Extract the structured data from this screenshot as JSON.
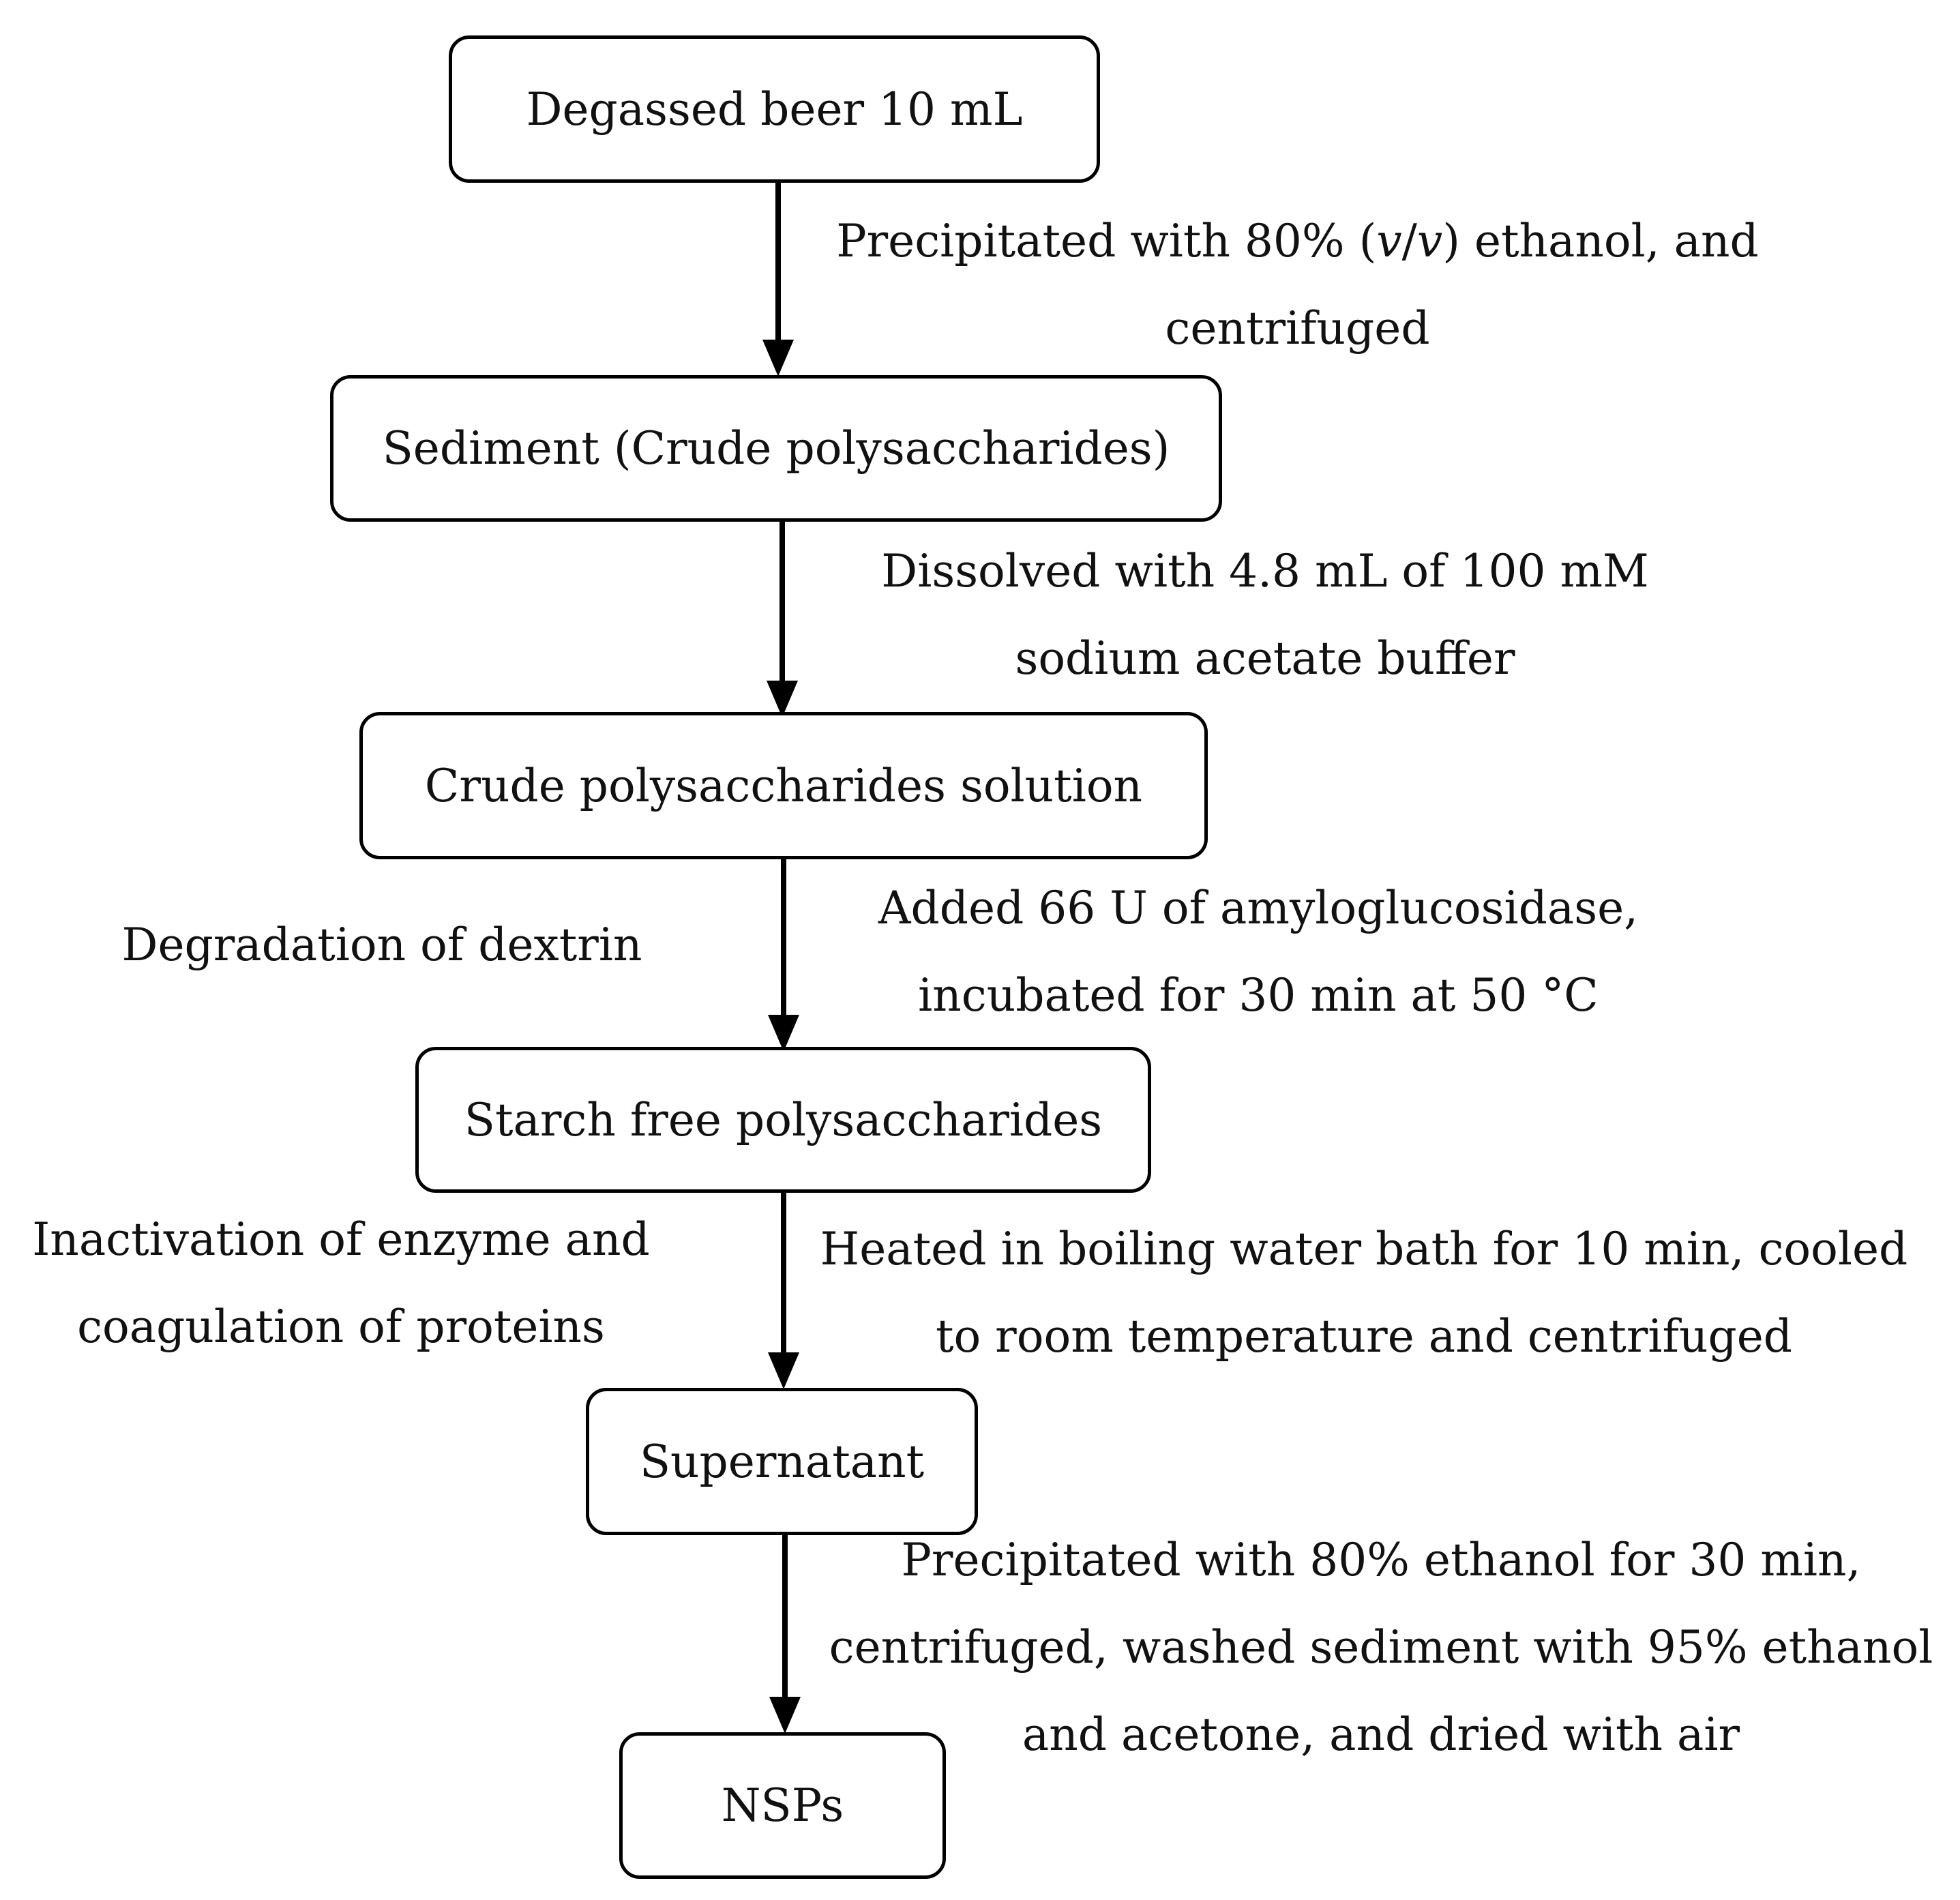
{
  "steps": [
    {
      "label": "Degassed beer 10 mL"
    },
    {
      "label": "Sediment (Crude polysaccharides)"
    },
    {
      "label": "Crude polysaccharides solution"
    },
    {
      "label": "Starch free polysaccharides"
    },
    {
      "label": "Supernatant"
    },
    {
      "label": "NSPs"
    }
  ],
  "procedures": [
    {
      "line1_pre": "Precipitated with 80% (",
      "line1_v1": "v",
      "line1_slash": "/",
      "line1_v2": "v",
      "line1_post": ") ethanol, and",
      "line2": "centrifuged"
    },
    {
      "line1": "Dissolved with 4.8 mL of 100 mM",
      "line2": "sodium acetate buffer"
    },
    {
      "line1": "Added 66 U of amyloglucosidase,",
      "line2": "incubated for 30 min at 50 °C"
    },
    {
      "line1": "Heated in boiling water bath for 10 min, cooled",
      "line2": "to room temperature and centrifuged"
    },
    {
      "line1": "Precipitated with 80% ethanol for 30 min,",
      "line2": "centrifuged, washed sediment with 95% ethanol",
      "line3": "and acetone, and dried with air"
    }
  ],
  "purposes": [
    {
      "line1": "Degradation of dextrin"
    },
    {
      "line1": "Inactivation of enzyme and",
      "line2": "coagulation of proteins"
    }
  ]
}
